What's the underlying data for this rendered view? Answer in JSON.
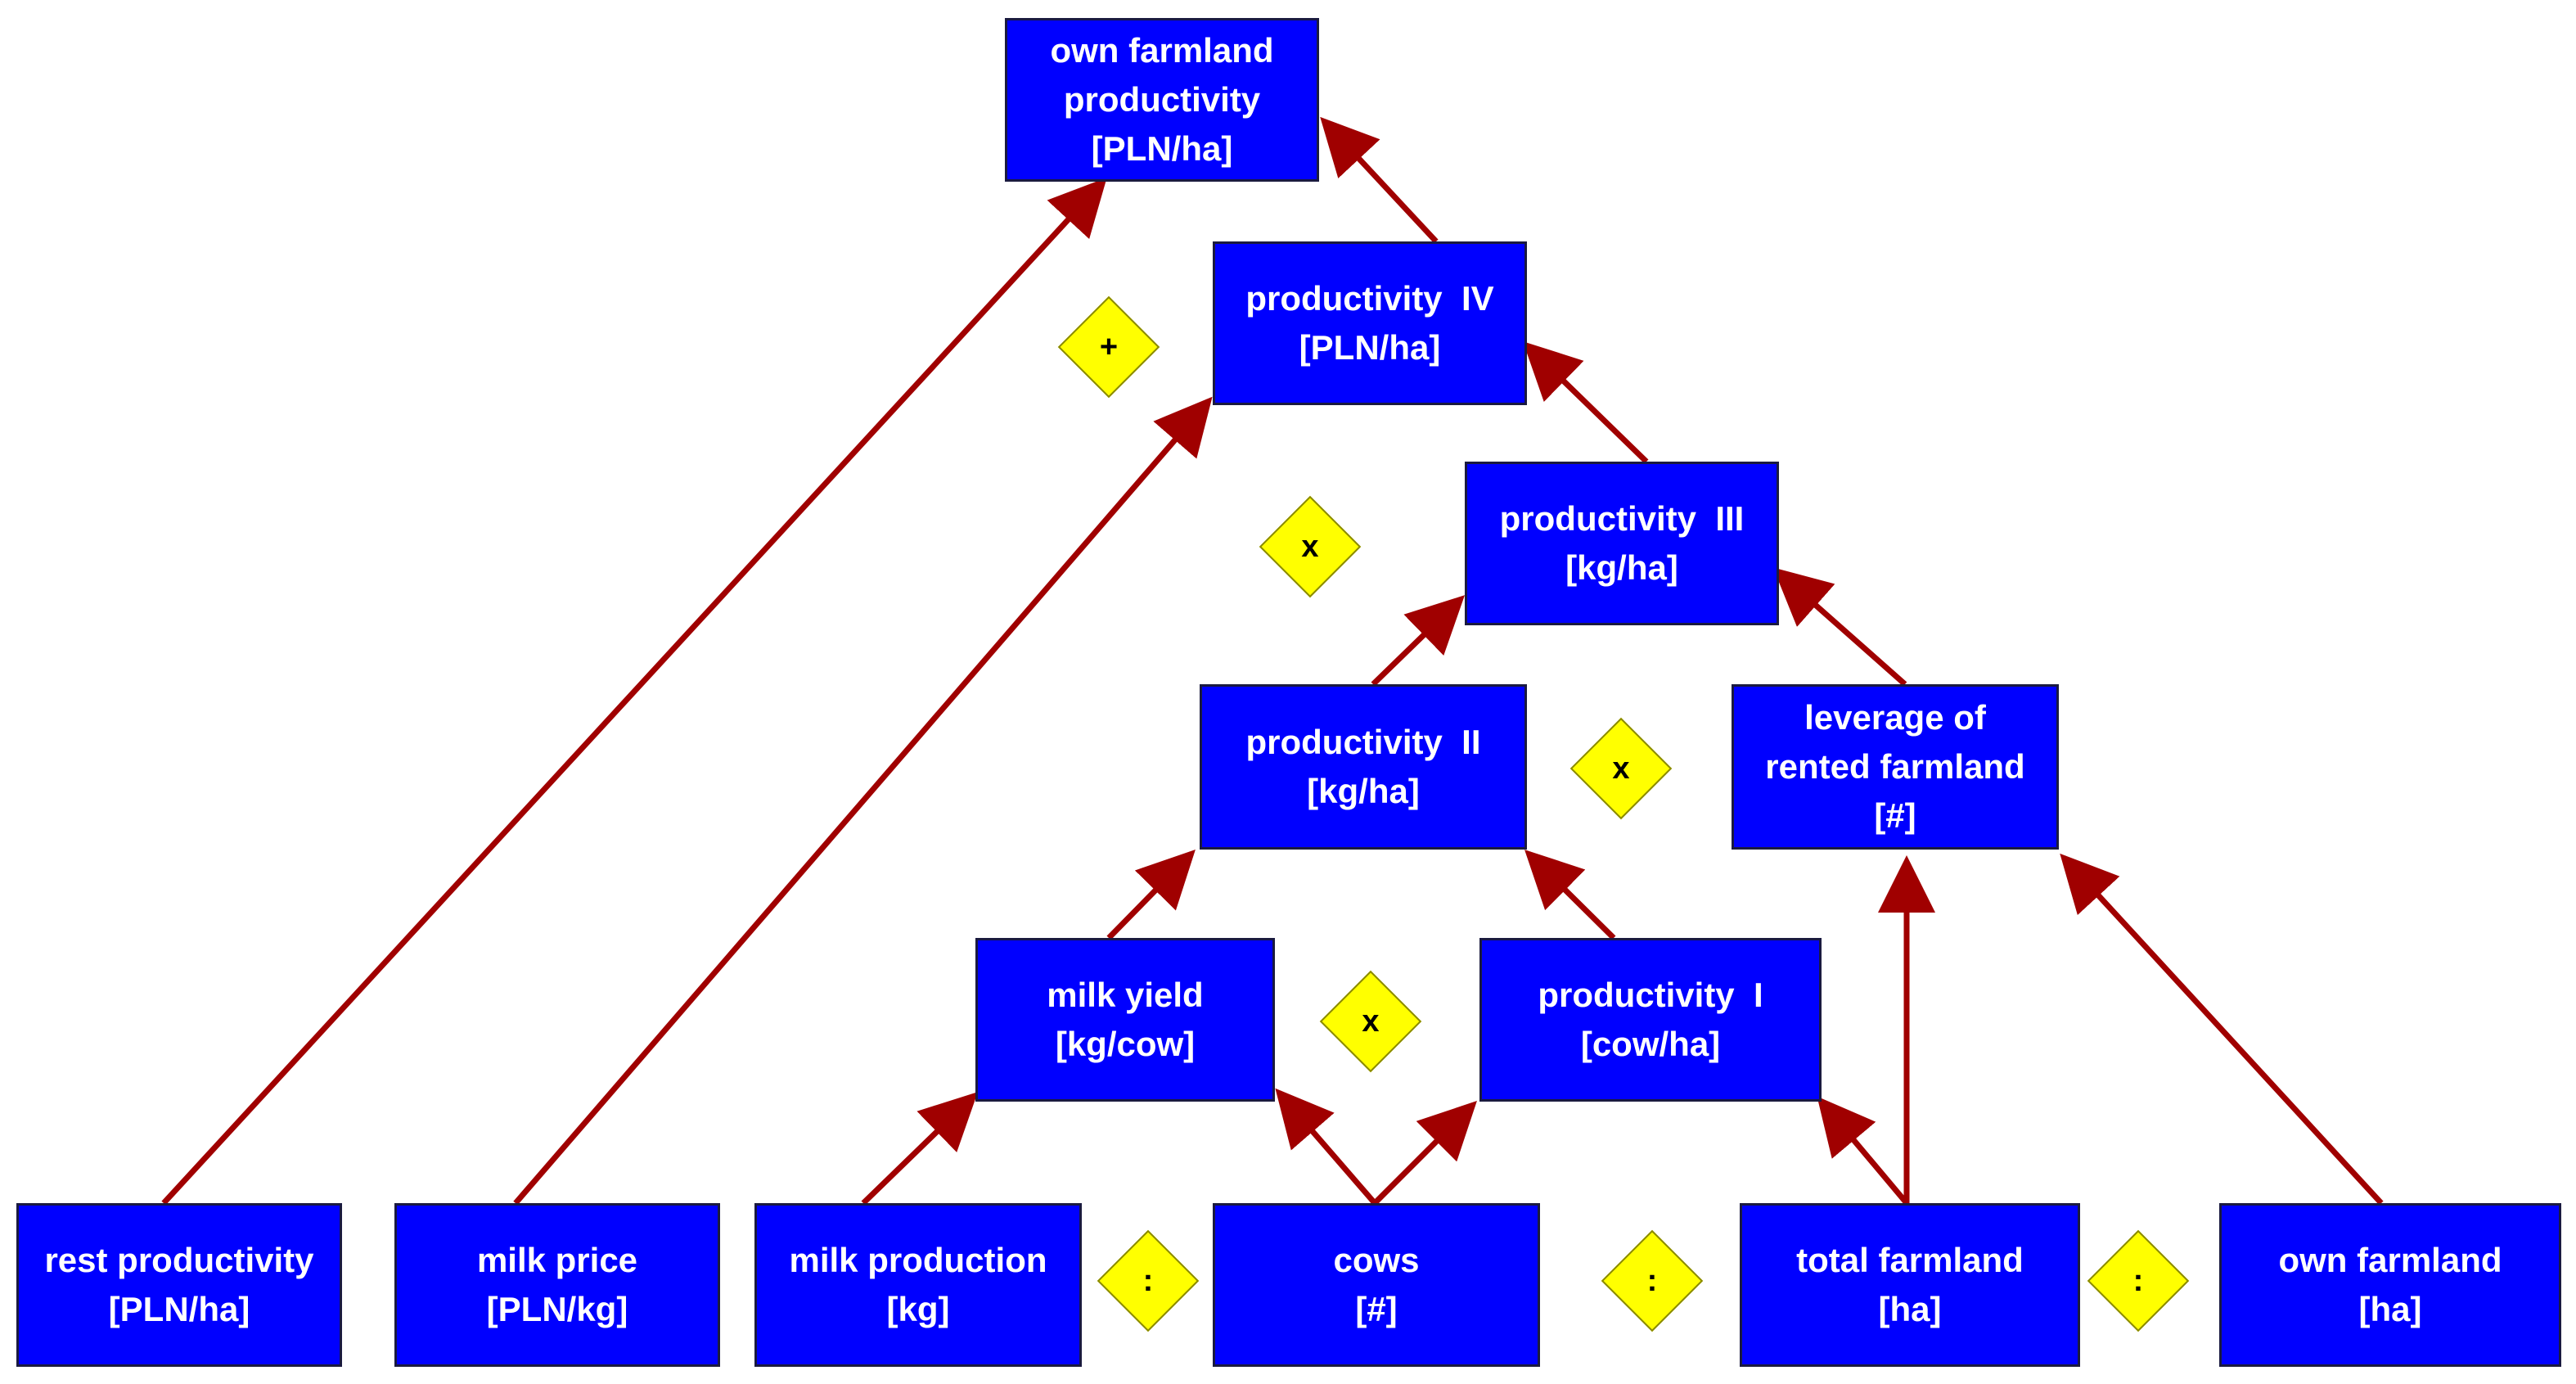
{
  "diagram": {
    "colors": {
      "box_fill": "#0000ff",
      "box_text": "#ffffff",
      "arrow": "#a00000",
      "operator_fill": "#ffff00"
    },
    "nodes": {
      "own_farmland_productivity": {
        "line1": "own farmland",
        "line2": "productivity",
        "line3": "[PLN/ha]"
      },
      "productivity_iv": {
        "line1": "productivity  IV",
        "line2": "[PLN/ha]"
      },
      "productivity_iii": {
        "line1": "productivity  III",
        "line2": "[kg/ha]"
      },
      "productivity_ii": {
        "line1": "productivity  II",
        "line2": "[kg/ha]"
      },
      "leverage": {
        "line1": "leverage of",
        "line2": "rented farmland",
        "line3": "[#]"
      },
      "milk_yield": {
        "line1": "milk yield",
        "line2": "[kg/cow]"
      },
      "productivity_i": {
        "line1": "productivity  I",
        "line2": "[cow/ha]"
      },
      "rest_productivity": {
        "line1": "rest productivity",
        "line2": "[PLN/ha]"
      },
      "milk_price": {
        "line1": "milk price",
        "line2": "[PLN/kg]"
      },
      "milk_production": {
        "line1": "milk production",
        "line2": "[kg]"
      },
      "cows": {
        "line1": "cows",
        "line2": "[#]"
      },
      "total_farmland": {
        "line1": "total farmland",
        "line2": "[ha]"
      },
      "own_farmland": {
        "line1": "own farmland",
        "line2": "[ha]"
      }
    },
    "operators": {
      "plus": "+",
      "times_iv": "x",
      "times_iii": "x",
      "times_ii": "x",
      "divide_yield": ":",
      "divide_prod1": ":",
      "divide_leverage": ":"
    }
  }
}
